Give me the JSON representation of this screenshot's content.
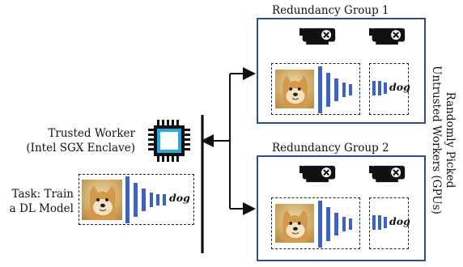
{
  "groups": [
    {
      "title": "Redundancy Group 1",
      "label": "dog"
    },
    {
      "title": "Redundancy Group 2",
      "label": "dog"
    }
  ],
  "trusted_worker": {
    "line1": "Trusted Worker",
    "line2": "(Intel SGX Enclave)"
  },
  "task": {
    "line1": "Task: Train",
    "line2": "a DL Model",
    "label": "dog"
  },
  "side_label": {
    "line1": "Randomly Picked",
    "line2": "Untrusted Workers (GPUs)"
  },
  "colors": {
    "accent": "#2f4d8a",
    "network": "#3b62c4",
    "chip": "#29a7e1"
  },
  "icons": [
    "gpu-card-icon",
    "cpu-chip-icon",
    "dog-photo-icon",
    "neural-network-icon",
    "arrow-icon"
  ]
}
